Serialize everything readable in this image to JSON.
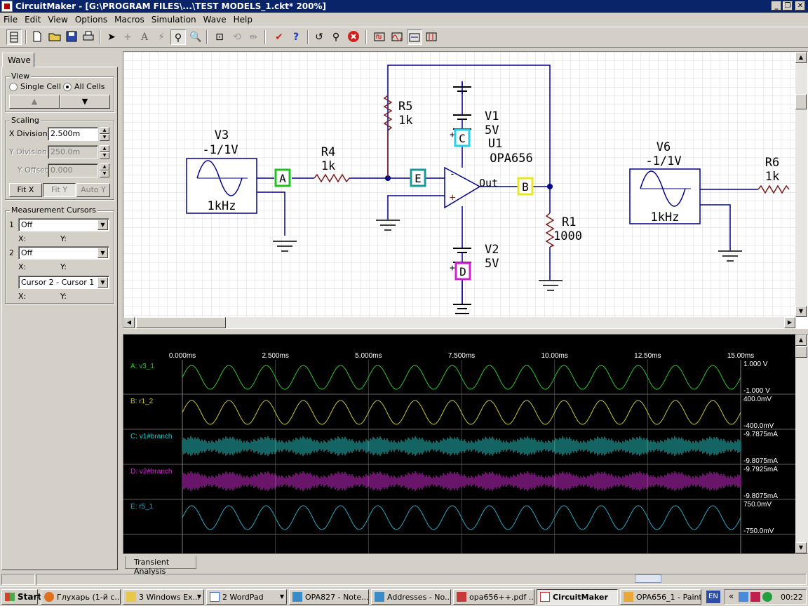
{
  "window": {
    "title": "CircuitMaker - [G:\\PROGRAM FILES\\...\\TEST MODELS_1.ckt* 200%]",
    "min": "_",
    "max": "❐",
    "close": "✕"
  },
  "menu": [
    "File",
    "Edit",
    "View",
    "Options",
    "Macros",
    "Simulation",
    "Wave",
    "Help"
  ],
  "panel": {
    "tab": "Wave",
    "view": {
      "legend": "View",
      "single": "Single Cell",
      "all": "All Cells",
      "prev": "▲",
      "next": "▼"
    },
    "scaling": {
      "legend": "Scaling",
      "xdiv_label": "X Division",
      "xdiv_value": "2.500m",
      "ydiv_label": "Y Division",
      "ydiv_value": "250.0m",
      "yoff_label": "Y Offset",
      "yoff_value": "0.000",
      "fitx": "Fit X",
      "fity": "Fit Y",
      "autoy": "Auto Y"
    },
    "cursors": {
      "legend": "Measurement Cursors",
      "c1_num": "1",
      "c1_value": "Off",
      "c1_x": "X:",
      "c1_y": "Y:",
      "c2_num": "2",
      "c2_value": "Off",
      "c2_x": "X:",
      "c2_y": "Y:",
      "diff_value": "Cursor 2 - Cursor 1",
      "diff_x": "X:",
      "diff_y": "Y:"
    }
  },
  "schematic": {
    "V3": {
      "name": "V3",
      "value": "-1/1V",
      "freq": "1kHz"
    },
    "R4": {
      "name": "R4",
      "value": "1k"
    },
    "R5": {
      "name": "R5",
      "value": "1k"
    },
    "V1": {
      "name": "V1",
      "value": "5V"
    },
    "V2": {
      "name": "V2",
      "value": "5V"
    },
    "U1": {
      "name": "U1",
      "part": "OPA656",
      "out": "Out"
    },
    "R1": {
      "name": "R1",
      "value": "1000"
    },
    "V6": {
      "name": "V6",
      "value": "-1/1V",
      "freq": "1kHz"
    },
    "R6": {
      "name": "R6",
      "value": "1k"
    },
    "probes": {
      "A": "A",
      "B": "B",
      "C": "C",
      "D": "D",
      "E": "E"
    }
  },
  "wave": {
    "time_axis": [
      "0.000ms",
      "2.500ms",
      "5.000ms",
      "7.500ms",
      "10.00ms",
      "12.50ms",
      "15.00ms"
    ],
    "traces": [
      {
        "label": "A: v3_1",
        "top": "1.000 V",
        "bottom": "-1.000 V",
        "color": "#2ec82e",
        "kind": "sine"
      },
      {
        "label": "B: r1_2",
        "top": "400.0mV",
        "bottom": "-400.0mV",
        "color": "#c8c832",
        "kind": "sine"
      },
      {
        "label": "C: v1#branch",
        "top": "-9.7875mA",
        "bottom": "-9.8075mA",
        "color": "#29c8c8",
        "kind": "noise"
      },
      {
        "label": "D: v2#branch",
        "top": "-9.7925mA",
        "bottom": "-9.8075mA",
        "color": "#d22ad2",
        "kind": "noise"
      },
      {
        "label": "E: r5_1",
        "top": "750.0mV",
        "bottom": "-750.0mV",
        "color": "#2aa8c8",
        "kind": "sine"
      }
    ],
    "bottom_tab": "Transient Analysis"
  },
  "taskbar": {
    "start": "Start",
    "tasks": [
      {
        "label": "Глухарь (1-й с...",
        "color": "#e07020"
      },
      {
        "label": "3 Windows Ex...",
        "color": "#e8c84a"
      },
      {
        "label": "2 WordPad",
        "color": "#3a6cc8"
      },
      {
        "label": "OPA827 - Note...",
        "color": "#3a8cc8"
      },
      {
        "label": "Addresses - No...",
        "color": "#3a8cc8"
      },
      {
        "label": "opa656++.pdf ...",
        "color": "#c83a3a"
      },
      {
        "label": "CircuitMaker",
        "color": "#c83a3a"
      },
      {
        "label": "OPA656_1 - Paint",
        "color": "#e8a83a"
      }
    ],
    "lang": "EN",
    "clock": "00:22"
  }
}
